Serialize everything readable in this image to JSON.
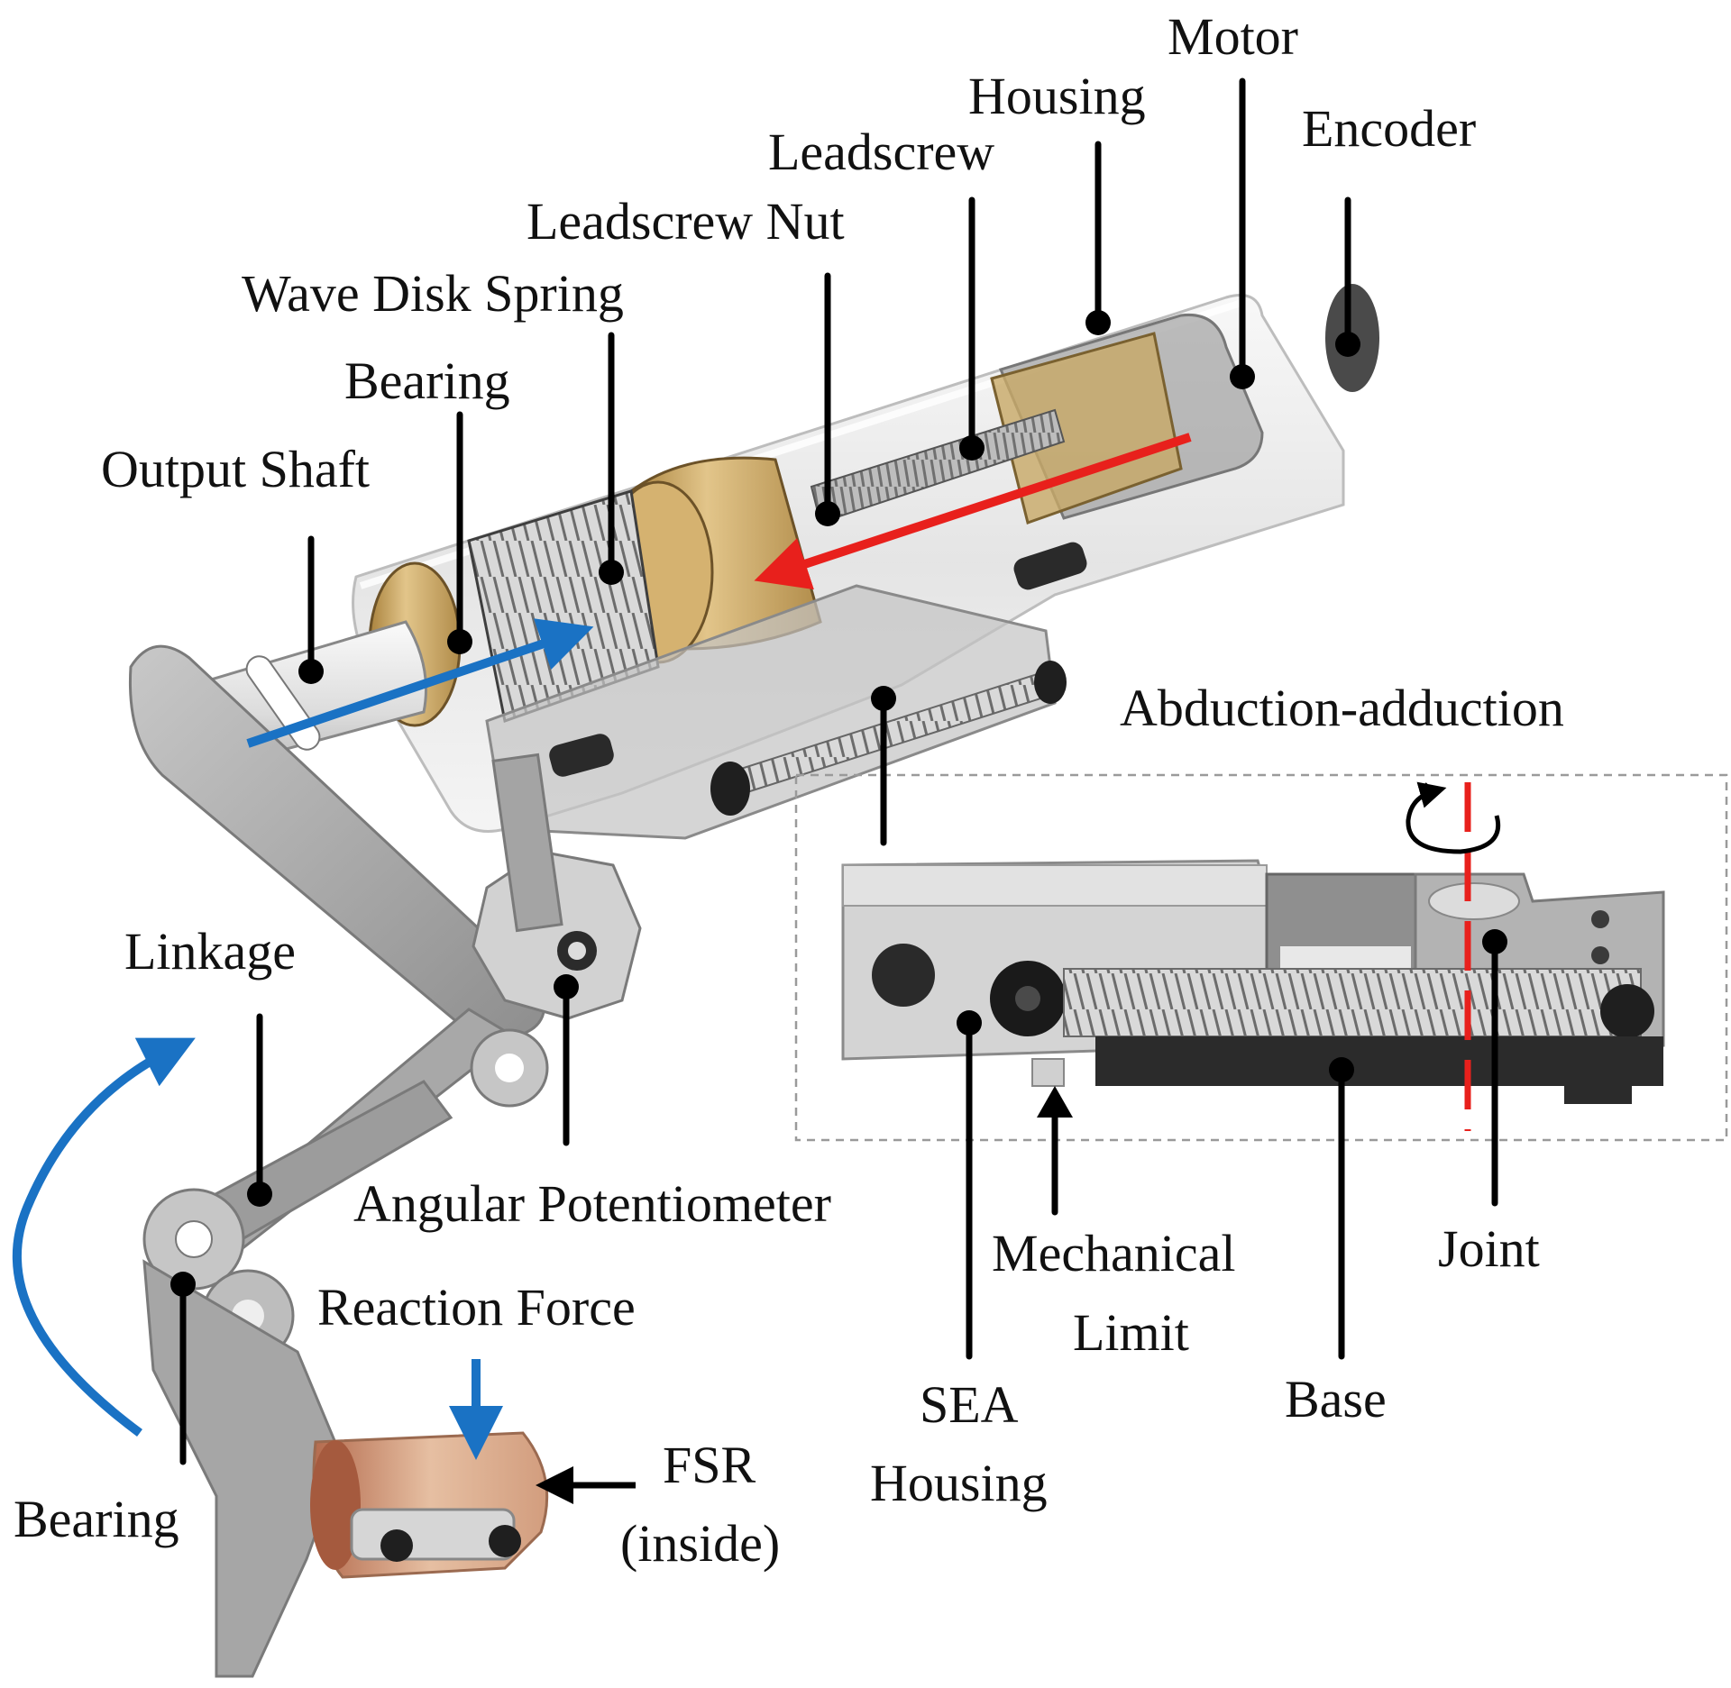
{
  "figure": {
    "labels": {
      "motor": "Motor",
      "housing_top": "Housing",
      "encoder": "Encoder",
      "leadscrew": "Leadscrew",
      "leadscrew_nut": "Leadscrew Nut",
      "wave_disk_spring": "Wave Disk Spring",
      "bearing_top": "Bearing",
      "output_shaft": "Output Shaft",
      "abduction_adduction": "Abduction-adduction",
      "linkage": "Linkage",
      "angular_potentiometer": "Angular Potentiometer",
      "reaction_force": "Reaction Force",
      "fsr_line1": "FSR",
      "fsr_line2": "(inside)",
      "bearing_bottom": "Bearing",
      "mechanical_line1": "Mechanical",
      "mechanical_line2": "Limit",
      "sea_line1": "SEA",
      "sea_line2": "Housing",
      "joint": "Joint",
      "base": "Base"
    },
    "colors": {
      "force_arrow_red": "#e8201c",
      "motion_arrow_blue": "#1a72c4",
      "joint_axis_red": "#e8201c",
      "brass": "#c7a05a",
      "aluminum": "#a7a7a7",
      "fsr_pad": "#d8a888"
    },
    "icons": [
      "rotation-arrow-icon"
    ]
  }
}
